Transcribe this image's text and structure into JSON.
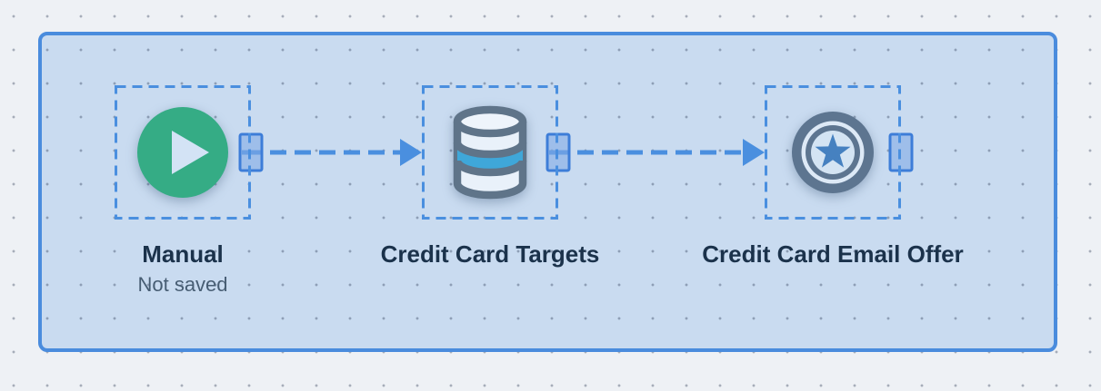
{
  "canvas": {
    "name": "flow-builder-canvas",
    "nodes": [
      {
        "label": "Manual",
        "status": "Not saved",
        "icon": "play-icon"
      },
      {
        "label": "Credit Card Targets",
        "icon": "database-icon"
      },
      {
        "label": "Credit Card Email Offer",
        "icon": "star-badge-icon"
      }
    ],
    "connectors": [
      {
        "from": "Manual",
        "to": "Credit Card Targets",
        "style": "dashed-arrow"
      },
      {
        "from": "Credit Card Targets",
        "to": "Credit Card Email Offer",
        "style": "dashed-arrow"
      }
    ]
  },
  "colors": {
    "canvas_background": "#eef1f5",
    "grid_dot": "#a6adb9",
    "frame_fill": "#c9dbf0",
    "frame_border": "#4a8cdd",
    "selection_dash": "#4a8fdf",
    "connector": "#4a8fdf",
    "handle_fill": "#82aae6",
    "handle_border": "#3d7dd8",
    "trigger_green": "#35ac85",
    "play_triangle": "#d3e3f5",
    "icon_slate": "#5f7489",
    "database_fill": "#e9f1fa",
    "database_blue_band": "#3fa7d9",
    "badge_light_ring": "#dde9f6",
    "badge_inner_fill": "#d4e4f3",
    "star_blue": "#4681c0",
    "label_text": "#1b324b",
    "status_text": "#475d73"
  }
}
